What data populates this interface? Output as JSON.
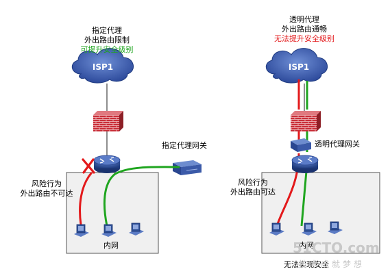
{
  "left": {
    "title_line1": "指定代理",
    "title_line2": "外出路由限制",
    "title_line3": "可提升安全级别",
    "cloud_label": "ISP1",
    "gateway_label": "指定代理网关",
    "risk_line1": "风险行为",
    "risk_line2": "外出路由不可达",
    "lan_label": "内网"
  },
  "right": {
    "title_line1": "透明代理",
    "title_line2": "外出路由通畅",
    "title_line3": "无法提升安全级别",
    "cloud_label": "ISP1",
    "gateway_label": "透明代理网关",
    "risk_line1": "风险行为",
    "risk_line2": "外出路由可达",
    "lan_label": "内网",
    "footer_label": "无法实现安全"
  },
  "watermark": {
    "brand": "51CTO.com",
    "slogan": "技术成就梦想"
  },
  "colors": {
    "green": "#1fa51f",
    "red": "#e3191b",
    "cloud": "#3f5fb0",
    "firewall": "#c9303a",
    "router": "#2d4f95",
    "panel": "#f0f0f0"
  }
}
